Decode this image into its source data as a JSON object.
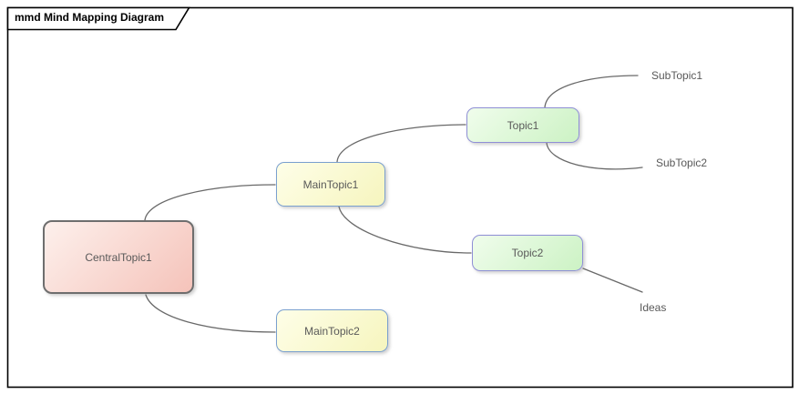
{
  "frame": {
    "title": "mmd Mind Mapping Diagram",
    "type_prefix": "mmd",
    "diagram_name": "Mind Mapping Diagram"
  },
  "nodes": [
    {
      "id": "central-topic-1",
      "label": "CentralTopic1",
      "kind": "central-topic"
    },
    {
      "id": "main-topic-1",
      "label": "MainTopic1",
      "kind": "main-topic"
    },
    {
      "id": "main-topic-2",
      "label": "MainTopic2",
      "kind": "main-topic"
    },
    {
      "id": "topic-1",
      "label": "Topic1",
      "kind": "topic"
    },
    {
      "id": "topic-2",
      "label": "Topic2",
      "kind": "topic"
    }
  ],
  "leaf_labels": [
    {
      "id": "sub-topic-1",
      "text": "SubTopic1"
    },
    {
      "id": "sub-topic-2",
      "text": "SubTopic2"
    },
    {
      "id": "ideas",
      "text": "Ideas"
    }
  ],
  "edges": [
    {
      "from": "central-topic-1",
      "to": "main-topic-1"
    },
    {
      "from": "central-topic-1",
      "to": "main-topic-2"
    },
    {
      "from": "main-topic-1",
      "to": "topic-1"
    },
    {
      "from": "main-topic-1",
      "to": "topic-2"
    },
    {
      "from": "topic-1",
      "to": "sub-topic-1"
    },
    {
      "from": "topic-1",
      "to": "sub-topic-2"
    },
    {
      "from": "topic-2",
      "to": "ideas"
    }
  ],
  "colors": {
    "central_fill_light": "#fdf0ec",
    "central_fill_dark": "#f5c3ba",
    "central_border": "#6e6e6e",
    "main_fill_light": "#fefee8",
    "main_fill_dark": "#f6f5be",
    "main_border": "#7aa0cf",
    "topic_fill_light": "#f0fdec",
    "topic_fill_dark": "#ccf2c4",
    "topic_border": "#8f8fd6",
    "connector": "#696969",
    "node_text": "#595959",
    "frame_border": "#000000"
  }
}
